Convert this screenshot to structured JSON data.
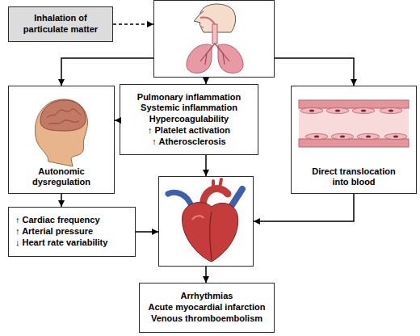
{
  "diagram": {
    "nodes": [
      {
        "text": [
          "Inhalation of particulate matter"
        ]
      },
      {
        "text": []
      },
      {
        "text": [
          "Autonomic dysregulation"
        ]
      },
      {
        "text": [
          "Pulmonary inflammation",
          "Systemic inflammation",
          "Hypercoagulability",
          "↑ Platelet activation",
          "↑ Atherosclerosis"
        ]
      },
      {
        "text": [
          "Direct translocation into blood"
        ]
      },
      {
        "text": [
          "↑ Cardiac frequency",
          "↑ Arterial pressure",
          "↓ Heart rate variability"
        ]
      },
      {
        "text": []
      },
      {
        "text": [
          "Arrhythmias",
          "Acute myocardial infarction",
          "Venous thromboembolism"
        ]
      }
    ],
    "edges": [
      {
        "from": 0,
        "to": 1,
        "arrow": "to"
      },
      {
        "from": 1,
        "to": 2,
        "arrow": "to"
      },
      {
        "from": 1,
        "to": 3,
        "arrow": "to"
      },
      {
        "from": 1,
        "to": 4,
        "arrow": "to"
      },
      {
        "from": 3,
        "to": 2,
        "arrow": "to"
      },
      {
        "from": 2,
        "to": 5,
        "arrow": "to"
      },
      {
        "from": 3,
        "to": 6,
        "arrow": "to"
      },
      {
        "from": 5,
        "to": 6,
        "arrow": "to"
      },
      {
        "from": 4,
        "to": 6,
        "arrow": "to"
      },
      {
        "from": 6,
        "to": 7,
        "arrow": "to"
      }
    ]
  }
}
